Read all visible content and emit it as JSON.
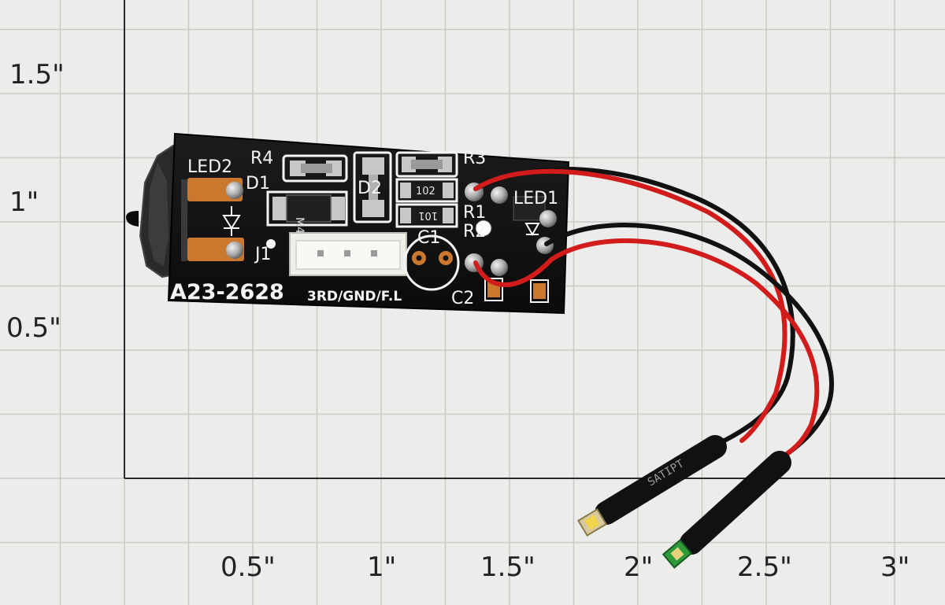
{
  "colors": {
    "background": "#ececea",
    "grid_line": "#c9c9c6",
    "axis_line": "#2a2a2a",
    "pcb": "#141414",
    "silkscreen": "#f4f4f4",
    "copper_pad": "#c9782e",
    "solder": "#b9b9b9",
    "wire_red": "#d21c1c",
    "wire_black": "#111111"
  },
  "y_axis_labels": [
    "1.5\"",
    "1\"",
    "0.5\""
  ],
  "x_axis_labels": [
    "0.5\"",
    "1\"",
    "1.5\"",
    "2\"",
    "2.5\"",
    "3\""
  ],
  "board": {
    "part_number": "A23-2628",
    "connection_label": "3RD/GND/F.L",
    "components": {
      "led2": "LED2",
      "led1": "LED1",
      "r4": "R4",
      "r3": "R3",
      "r1": "R1",
      "r2": "R2",
      "d1": "D1",
      "d2": "D2",
      "c1": "C1",
      "c2": "C2",
      "j1": "J1"
    },
    "diode_marking": "M4",
    "resistor_marking_1": "102",
    "resistor_marking_2": "101"
  },
  "heatshrink_text": "SATIPT"
}
